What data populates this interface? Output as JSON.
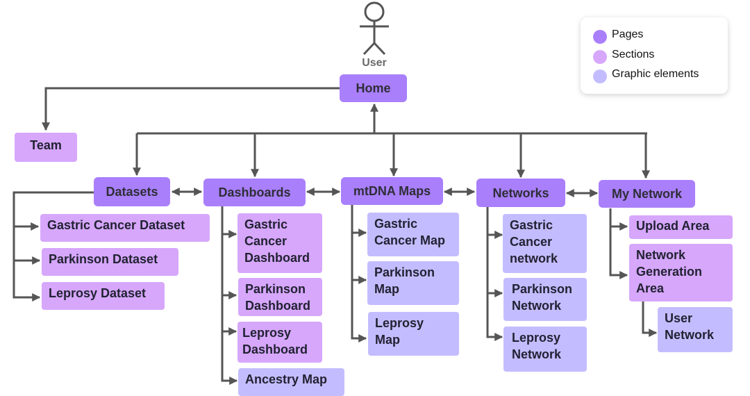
{
  "actor": {
    "label": "User",
    "icon": "stick-figure-user-icon"
  },
  "colors": {
    "pages": "#a97ffb",
    "sections": "#d6a7fb",
    "graphic_elements": "#c3bdff",
    "connector": "#555555"
  },
  "legend": {
    "items": [
      {
        "label": "Pages",
        "color": "#a97ffb"
      },
      {
        "label": "Sections",
        "color": "#d6a7fb"
      },
      {
        "label": "Graphic elements",
        "color": "#c3bdff"
      }
    ]
  },
  "nodes": {
    "home": "Home",
    "team": "Team",
    "datasets": "Datasets",
    "dashboards": "Dashboards",
    "mtdna_maps": "mtDNA Maps",
    "networks": "Networks",
    "my_network": "My Network",
    "gastric_cancer_dataset": "Gastric Cancer Dataset",
    "parkinson_dataset": "Parkinson Dataset",
    "leprosy_dataset": "Leprosy Dataset",
    "gastric_cancer_dashboard": "Gastric\nCancer\nDashboard",
    "parkinson_dashboard": "Parkinson\nDashboard",
    "leprosy_dashboard": "Leprosy\nDashboard",
    "ancestry_map": "Ancestry Map",
    "gastric_cancer_map": "Gastric\nCancer Map",
    "parkinson_map": "Parkinson\nMap",
    "leprosy_map": "Leprosy\nMap",
    "gastric_cancer_network": "Gastric\nCancer\nnetwork",
    "parkinson_network": "Parkinson\nNetwork",
    "leprosy_network": "Leprosy\nNetwork",
    "upload_area": "Upload Area",
    "network_generation_area": "Network\nGeneration\nArea",
    "user_network": "User\nNetwork"
  }
}
